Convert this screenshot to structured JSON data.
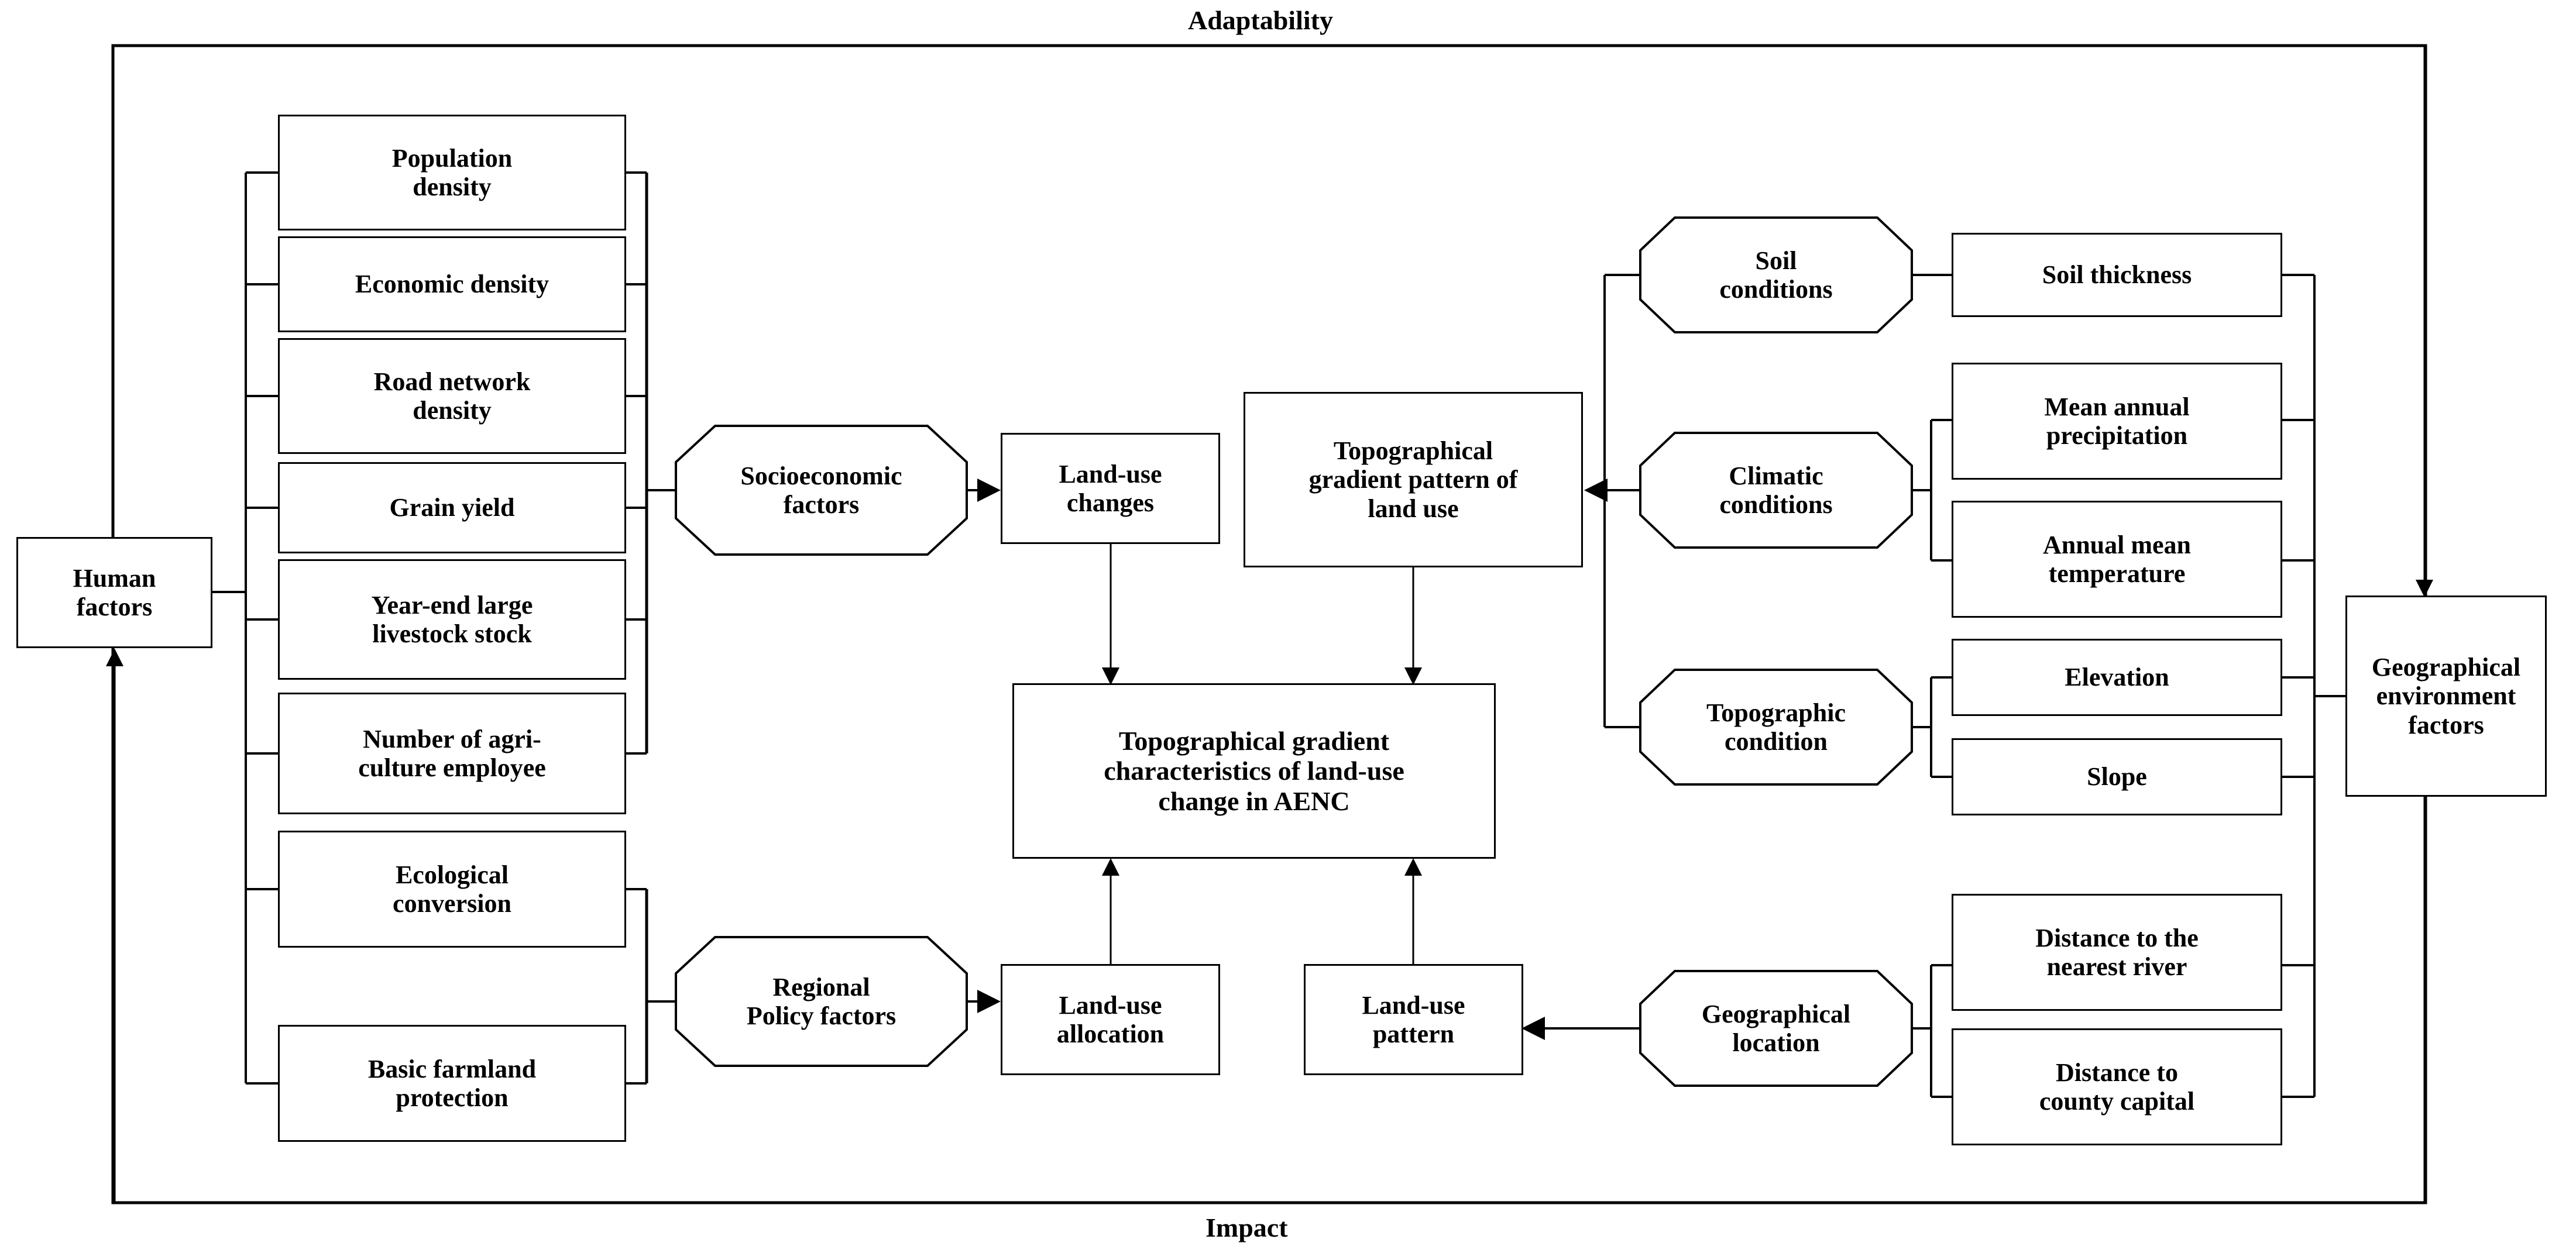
{
  "diagram": {
    "top_label": "Adaptability",
    "bottom_label": "Impact",
    "left_root": "Human\nfactors",
    "right_root": "Geographical\nenvironment\nfactors",
    "human_indicators": [
      "Population\ndensity",
      "Economic density",
      "Road network\ndensity",
      "Grain yield",
      "Year-end large\nlivestock stock",
      "Number of agri-\nculture employee",
      "Ecological\nconversion",
      "Basic farmland\nprotection"
    ],
    "socioeconomic_factors": "Socioeconomic\nfactors",
    "regional_policy_factors": "Regional\nPolicy factors",
    "land_use_changes": "Land-use\nchanges",
    "land_use_allocation": "Land-use\nallocation",
    "land_use_pattern": "Land-use\npattern",
    "topographical_gradient_pattern": "Topographical\ngradient pattern of\nland use",
    "core_outcome": "Topographical  gradient\ncharacteristics of land-use\nchange in AENC",
    "soil_conditions": "Soil\nconditions",
    "climatic_conditions": "Climatic\nconditions",
    "topographic_condition": "Topographic\ncondition",
    "geographical_location": "Geographical\nlocation",
    "soil_thickness": "Soil thickness",
    "mean_annual_precipitation": "Mean annual\nprecipitation",
    "annual_mean_temperature": "Annual mean\ntemperature",
    "elevation": "Elevation",
    "slope": "Slope",
    "distance_nearest_river": "Distance to the\nnearest river",
    "distance_county_capital": "Distance to\ncounty capital",
    "colors": {
      "stroke": "#000000",
      "background": "#ffffff",
      "text": "#000000"
    }
  }
}
